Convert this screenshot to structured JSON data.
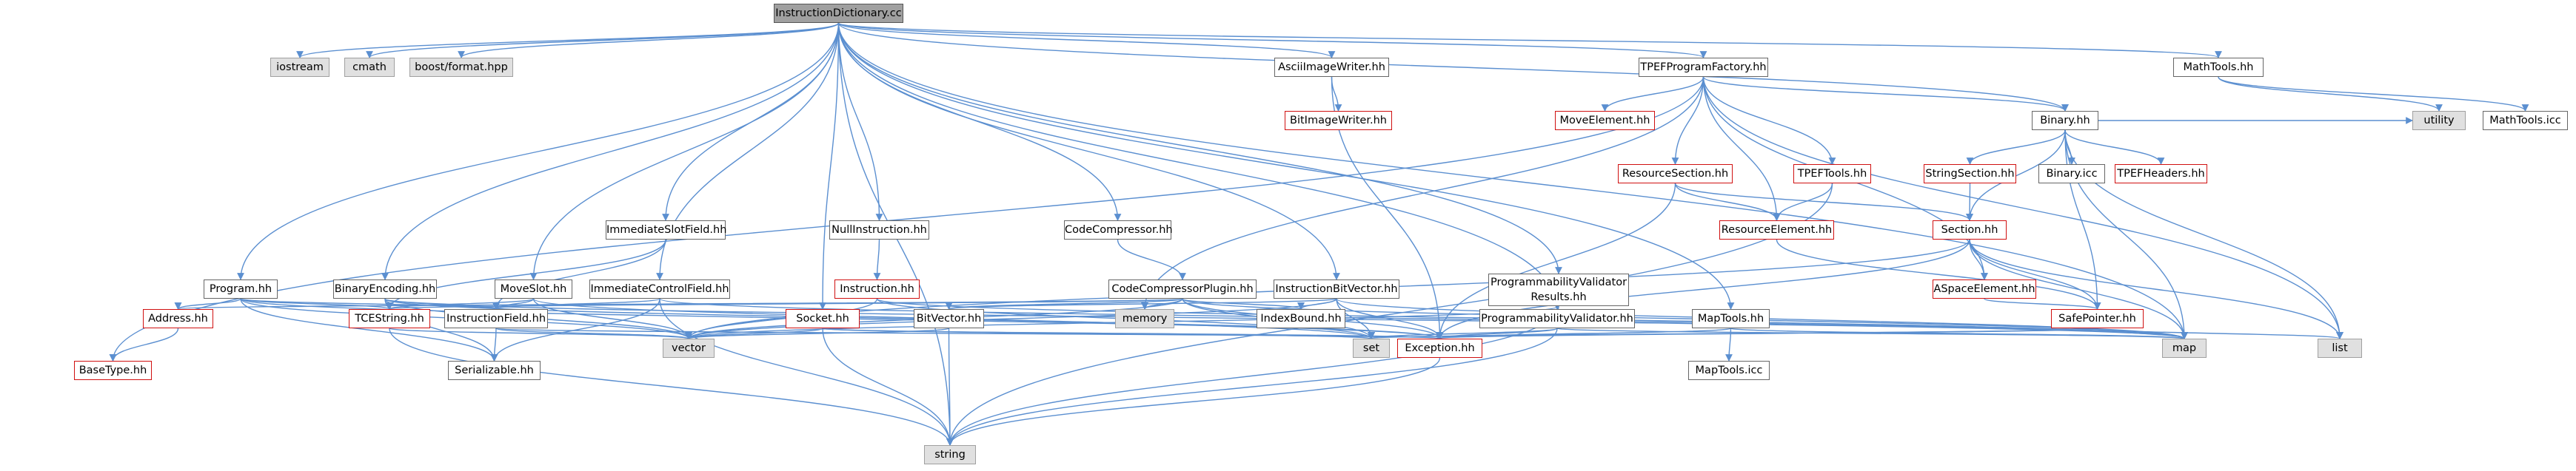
{
  "diagram": {
    "type": "include-dependency-graph",
    "root": "InstructionDictionary.cc",
    "colors": {
      "edge": "#5b8fd0",
      "truncated_border": "#d01010",
      "external_fill": "#e0e0e0",
      "root_fill": "#a0a0a0"
    },
    "nodes": {
      "root": "InstructionDictionary.cc",
      "iostream": "iostream",
      "cmath": "cmath",
      "boost_format": "boost/format.hpp",
      "ascii_image_writer": "AsciiImageWriter.hh",
      "tpef_program_factory": "TPEFProgramFactory.hh",
      "math_tools_hh": "MathTools.hh",
      "bit_image_writer": "BitImageWriter.hh",
      "move_element": "MoveElement.hh",
      "binary_hh": "Binary.hh",
      "utility": "utility",
      "math_tools_icc_top": "MathTools.icc",
      "resource_section": "ResourceSection.hh",
      "tpef_tools": "TPEFTools.hh",
      "string_section": "StringSection.hh",
      "binary_icc": "Binary.icc",
      "tpef_headers": "TPEFHeaders.hh",
      "resource_element": "ResourceElement.hh",
      "section_hh": "Section.hh",
      "immediate_slot_field": "ImmediateSlotField.hh",
      "null_instruction": "NullInstruction.hh",
      "code_compressor": "CodeCompressor.hh",
      "programmability_validator_results": "ProgrammabilityValidator Results.hh",
      "program_hh": "Program.hh",
      "binary_encoding": "BinaryEncoding.hh",
      "move_slot": "MoveSlot.hh",
      "immediate_control_field": "ImmediateControlField.hh",
      "instruction_hh": "Instruction.hh",
      "code_compressor_plugin": "CodeCompressorPlugin.hh",
      "instruction_bit_vector": "InstructionBitVector.hh",
      "aspace_element": "ASpaceElement.hh",
      "address_hh": "Address.hh",
      "tce_string": "TCEString.hh",
      "instruction_field": "InstructionField.hh",
      "memory": "memory",
      "socket_hh": "Socket.hh",
      "bit_vector": "BitVector.hh",
      "index_bound": "IndexBound.hh",
      "programmability_validator": "ProgrammabilityValidator.hh",
      "math_tools_hh_2": "MapTools.hh",
      "safe_pointer": "SafePointer.hh",
      "base_type": "BaseType.hh",
      "serializable": "Serializable.hh",
      "vector": "vector",
      "set": "set",
      "exception_hh": "Exception.hh",
      "map_tools_icc": "MapTools.icc",
      "map": "map",
      "list": "list",
      "string": "string"
    }
  }
}
